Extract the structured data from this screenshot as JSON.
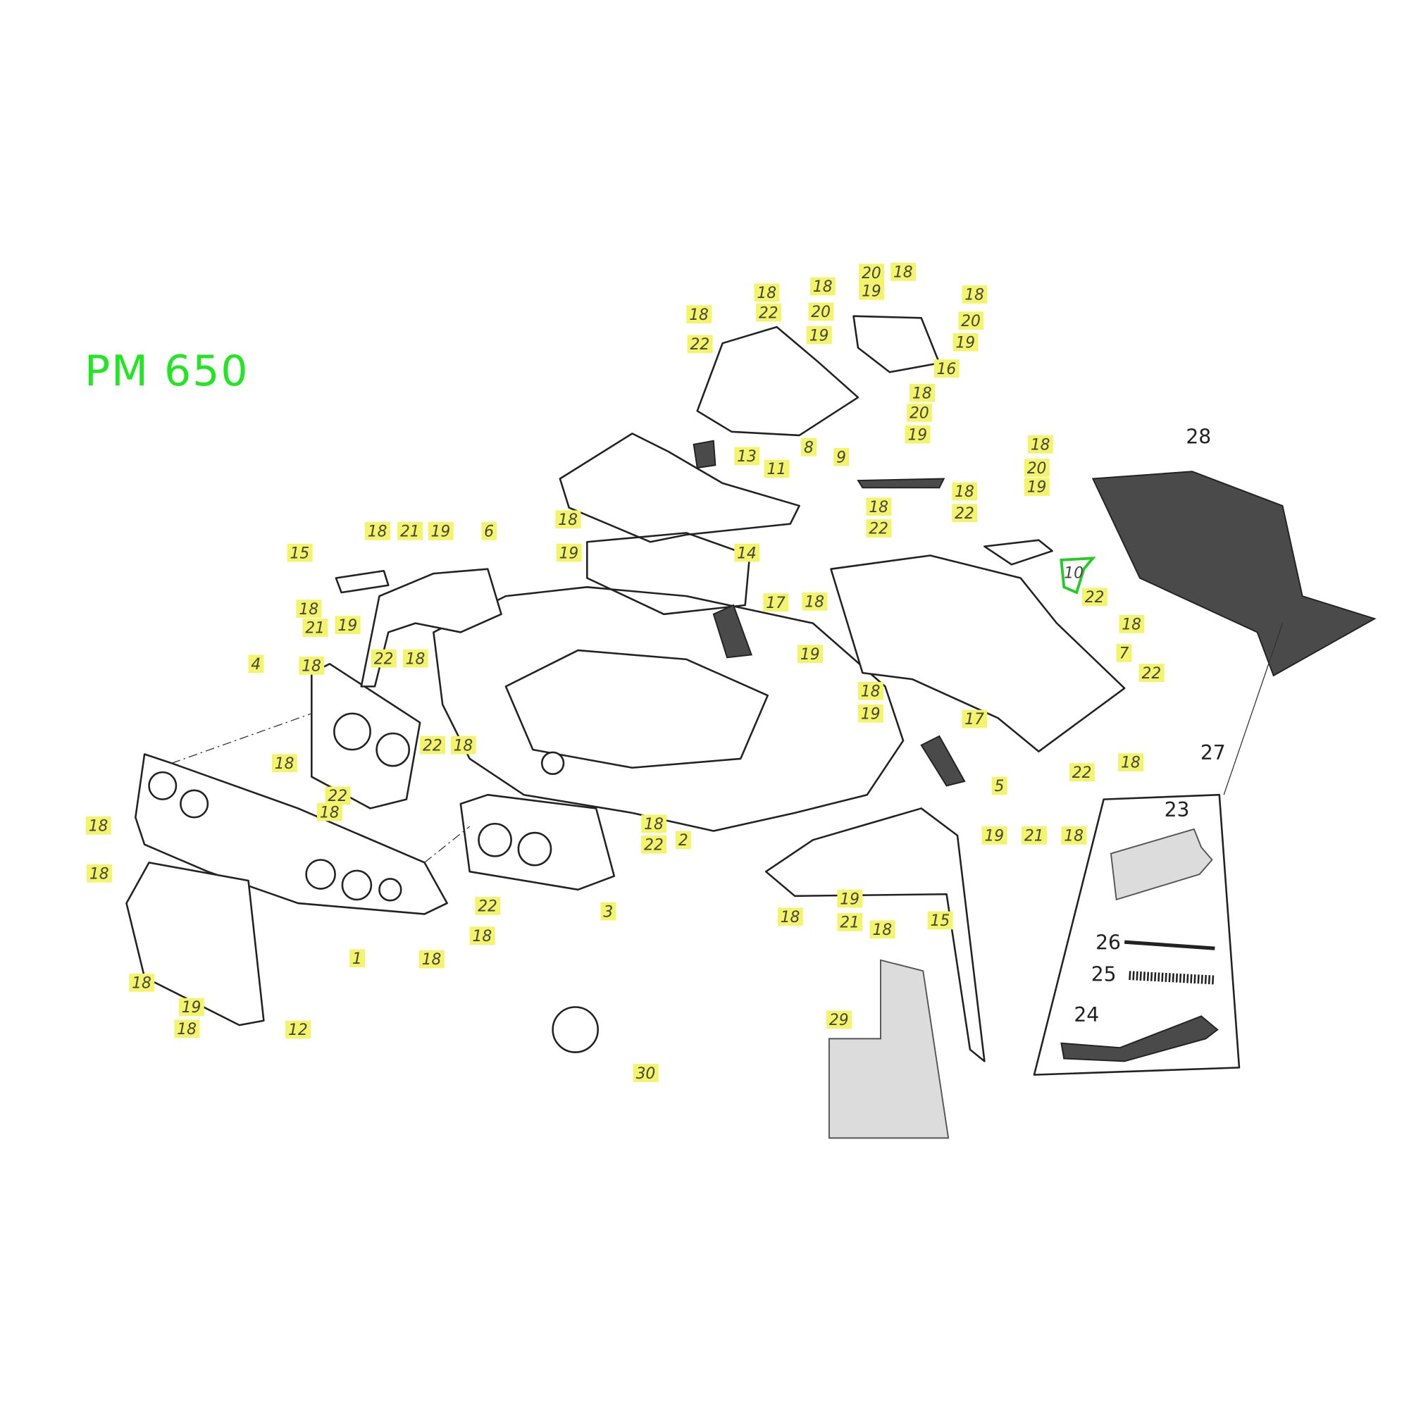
{
  "title": "PM 650",
  "colors": {
    "title": "#22e622",
    "callout_highlight": "#f4f46a",
    "selected_outline": "#22cc22"
  },
  "callouts": [
    "18",
    "22",
    "18",
    "22",
    "18",
    "20",
    "19",
    "8",
    "20",
    "18",
    "19",
    "18",
    "20",
    "19",
    "16",
    "18",
    "20",
    "19",
    "9",
    "13",
    "11",
    "18",
    "20",
    "19",
    "18",
    "22",
    "18",
    "22",
    "10",
    "22",
    "18",
    "7",
    "22",
    "18",
    "22",
    "28",
    "27",
    "23",
    "26",
    "25",
    "24",
    "17",
    "18",
    "19",
    "18",
    "19",
    "17",
    "14",
    "18",
    "19",
    "6",
    "18",
    "21",
    "19",
    "15",
    "18",
    "21",
    "19",
    "18",
    "4",
    "22",
    "18",
    "22",
    "18",
    "18",
    "22",
    "18",
    "18",
    "18",
    "22",
    "2",
    "5",
    "19",
    "21",
    "18",
    "18",
    "22",
    "18",
    "3",
    "1",
    "18",
    "18",
    "19",
    "18",
    "12",
    "30",
    "18",
    "19",
    "21",
    "18",
    "15",
    "29"
  ],
  "selected_part": "10"
}
